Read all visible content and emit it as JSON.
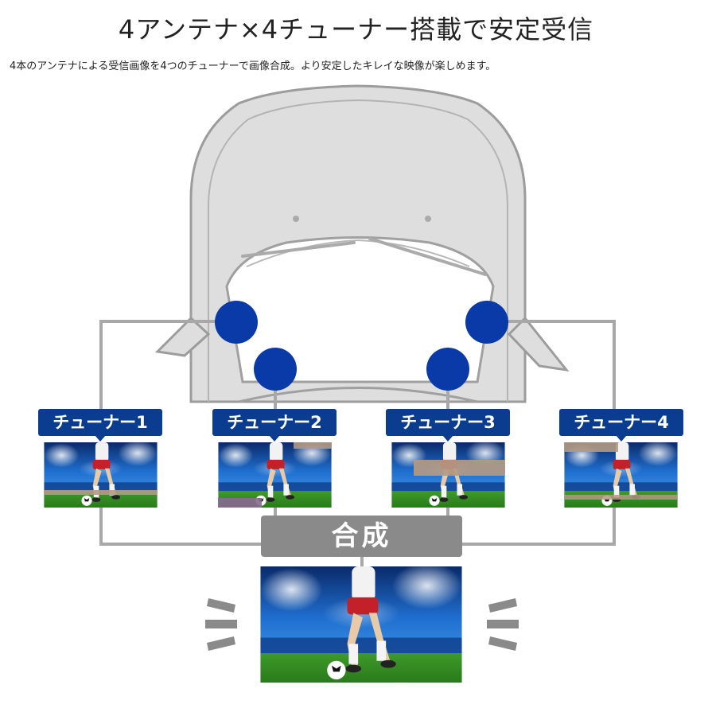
{
  "header": {
    "title": "4アンテナ×4チューナー搭載で安定受信",
    "subtitle": "4本のアンテナによる受信画像を4つのチューナーで画像合成。より安定したキレイな映像が楽しめます。"
  },
  "tuners": [
    {
      "label": "チューナー1"
    },
    {
      "label": "チューナー2"
    },
    {
      "label": "チューナー3"
    },
    {
      "label": "チューナー4"
    }
  ],
  "combine": {
    "label": "合成"
  },
  "colors": {
    "antenna": "#0a3aa8",
    "tuner_label_bg": "#0a3d8f",
    "line": "#a8a8a8",
    "combine_bg": "#8a8a8a",
    "car_fill": "#dcdcdc",
    "car_stroke": "#9a9a9a"
  }
}
